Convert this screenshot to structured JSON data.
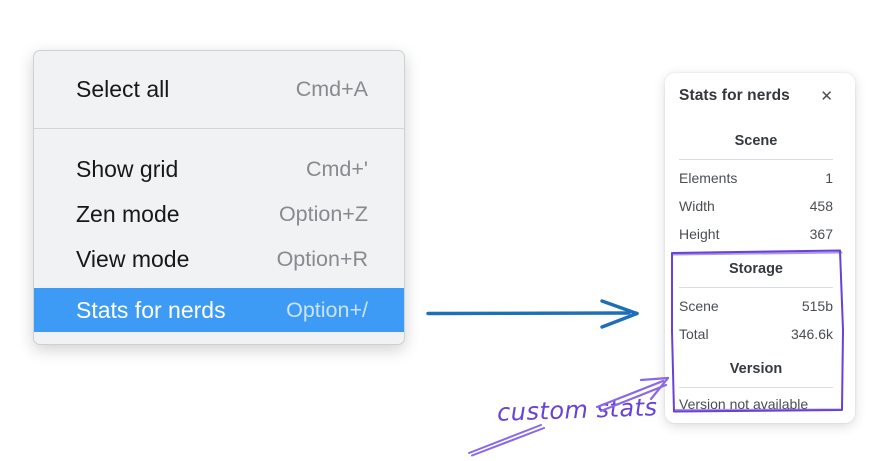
{
  "context_menu": {
    "sections": [
      {
        "items": [
          {
            "label": "Select all",
            "shortcut": "Cmd+A",
            "highlighted": false
          }
        ]
      },
      {
        "items": [
          {
            "label": "Show grid",
            "shortcut": "Cmd+'",
            "highlighted": false
          },
          {
            "label": "Zen mode",
            "shortcut": "Option+Z",
            "highlighted": false
          },
          {
            "label": "View mode",
            "shortcut": "Option+R",
            "highlighted": false
          },
          {
            "label": "Stats for nerds",
            "shortcut": "Option+/",
            "highlighted": true
          }
        ]
      }
    ]
  },
  "stats_panel": {
    "title": "Stats for nerds",
    "close_label": "✕",
    "sections": [
      {
        "heading": "Scene",
        "rows": [
          {
            "label": "Elements",
            "value": "1"
          },
          {
            "label": "Width",
            "value": "458"
          },
          {
            "label": "Height",
            "value": "367"
          }
        ]
      },
      {
        "heading": "Storage",
        "rows": [
          {
            "label": "Scene",
            "value": "515b"
          },
          {
            "label": "Total",
            "value": "346.6k"
          }
        ]
      },
      {
        "heading": "Version",
        "rows": [],
        "note": "Version not available"
      }
    ]
  },
  "annotation": {
    "label": "custom stats"
  },
  "colors": {
    "menu_highlight_blue": "#3d9bf5",
    "flow_arrow_blue": "#1d6fb8",
    "annotation_violet": "#6741d9",
    "annotation_arrow_violet": "#8968ea"
  }
}
